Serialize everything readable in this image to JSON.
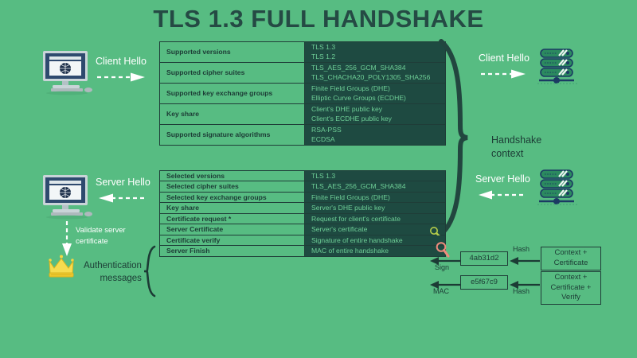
{
  "page": {
    "title": "TLS 1.3 FULL HANDSHAKE",
    "background_color": "#57bc82",
    "title_color": "#254a44",
    "cell_value_bg": "#1e4a41",
    "cell_value_text": "#6fcf97",
    "border_color": "#1f3d38"
  },
  "client_flow": {
    "client_hello_left_label": "Client Hello",
    "client_hello_right_label": "Client Hello",
    "server_hello_left_label": "Server Hello",
    "server_hello_right_label": "Server Hello",
    "validate_label_line1": "Validate server",
    "validate_label_line2": "certificate",
    "authentication_label_line1": "Authentication",
    "authentication_label_line2": "messages",
    "handshake_context_line1": "Handshake",
    "handshake_context_line2": "context"
  },
  "client_hello_table": {
    "rows": [
      {
        "field": "Supported versions",
        "values": [
          "TLS 1.3",
          "TLS 1.2"
        ]
      },
      {
        "field": "Supported cipher suites",
        "values": [
          "TLS_AES_256_GCM_SHA384",
          "TLS_CHACHA20_POLY1305_SHA256"
        ]
      },
      {
        "field": "Supported key exchange groups",
        "values": [
          "Finite Field Groups (DHE)",
          "Elliptic Curve Groups (ECDHE)"
        ]
      },
      {
        "field": "Key share",
        "values": [
          "Client's DHE public key",
          "Client's ECDHE public key"
        ]
      },
      {
        "field": "Supported signature algorithms",
        "values": [
          "RSA-PSS",
          "ECDSA"
        ]
      }
    ]
  },
  "server_hello_table": {
    "rows": [
      {
        "field": "Selected versions",
        "values": [
          "TLS 1.3"
        ]
      },
      {
        "field": "Selected cipher suites",
        "values": [
          "TLS_AES_256_GCM_SHA384"
        ]
      },
      {
        "field": "Selected key exchange groups",
        "values": [
          "Finite Field Groups (DHE)"
        ]
      },
      {
        "field": "Key share",
        "values": [
          "Server's DHE public key"
        ]
      },
      {
        "field": "Certificate request *",
        "values": [
          "Request for client's certificate"
        ]
      },
      {
        "field": "Server Certificate",
        "values": [
          "Server's certificate"
        ]
      },
      {
        "field": "Certificate verify",
        "values": [
          "Signature of entire handshake"
        ]
      },
      {
        "field": "Server Finish",
        "values": [
          "MAC of entire handshake"
        ]
      }
    ]
  },
  "crypto": {
    "sign_label": "Sign",
    "mac_label": "MAC",
    "hash_label_top": "Hash",
    "hash_label_bottom": "Hash",
    "digest_top": "4ab31d2",
    "digest_bottom": "e5f67c9",
    "context_top_line1": "Context +",
    "context_top_line2": "Certificate",
    "context_bottom_line1": "Context +",
    "context_bottom_line2": "Certificate +",
    "context_bottom_line3": "Verify"
  },
  "icons": {
    "client_monitor": "desktop-monitor-icon",
    "server_rack": "server-rack-icon",
    "crown": "crown-icon",
    "magnifier_in_table": "magnifier-icon",
    "magnifier_sign": "magnifier-icon"
  }
}
